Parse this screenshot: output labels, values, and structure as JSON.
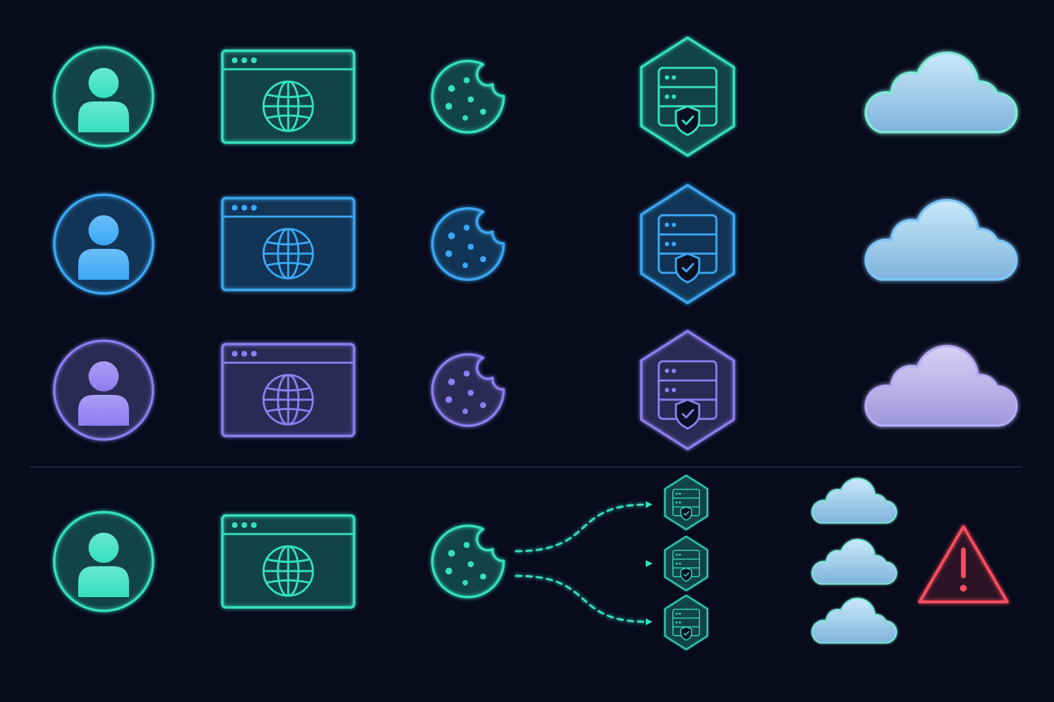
{
  "palette": {
    "background": "#070b1c",
    "divider": "#2a3346",
    "teal": "#35e0c0",
    "blue": "#3aa8f5",
    "violet": "#8f7cf0",
    "alert": "#ff4d5e",
    "cloud_blue_top": "#c9e9f8",
    "cloud_blue_bottom": "#7fb3dd",
    "cloud_violet_top": "#d8d0f4",
    "cloud_violet_bottom": "#9f97dc"
  },
  "flows": [
    {
      "id": "flow-1",
      "theme": "teal",
      "nodes": [
        "user-icon",
        "browser-window-icon",
        "cookie-icon",
        "secure-server-icon",
        "cloud-icon"
      ]
    },
    {
      "id": "flow-2",
      "theme": "blue",
      "nodes": [
        "user-icon",
        "browser-window-icon",
        "cookie-icon",
        "secure-server-icon",
        "cloud-icon"
      ]
    },
    {
      "id": "flow-3",
      "theme": "violet",
      "nodes": [
        "user-icon",
        "browser-window-icon",
        "cookie-icon",
        "secure-server-icon",
        "cloud-icon"
      ]
    }
  ],
  "split_flow": {
    "id": "flow-split",
    "theme": "teal",
    "nodes": [
      "user-icon",
      "browser-window-icon",
      "cookie-icon"
    ],
    "branches": 3,
    "branch_nodes": [
      "secure-server-icon",
      "cloud-icon"
    ],
    "connector_style": "dashed",
    "warning": "warning-triangle-icon"
  }
}
